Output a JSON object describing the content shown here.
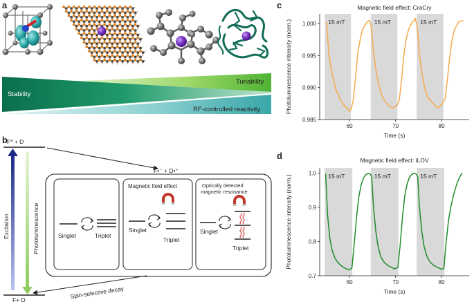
{
  "panels": {
    "a": {
      "letter": "a",
      "bands": {
        "stability": "Stability",
        "tunability": "Tunability",
        "rf_reactivity": "RF-controlled reactivity"
      },
      "colors": {
        "green_dark": "#0a7f57",
        "green_light": "#7fcf49",
        "teal": "#2aa6a6",
        "purple": "#7b35c7",
        "protein": "#0e6b55"
      }
    },
    "b": {
      "letter": "b",
      "state_top": "F* + D",
      "state_radical": "F•⁻ + D•⁺",
      "state_ground": "F+ D",
      "excitation": "Excitation",
      "photoluminescence": "Photoluminescence",
      "spin_selective_decay": "Spin-selective decay",
      "box1": {
        "singlet": "Singlet",
        "triplet": "Triplet"
      },
      "box2": {
        "title": "Magnetic field effect",
        "singlet": "Singlet",
        "triplet": "Triplet"
      },
      "box3": {
        "title_line1": "Optically detected",
        "title_line2": "magnetic resonance",
        "singlet": "Singlet",
        "triplet": "Triplet"
      }
    },
    "c": {
      "letter": "c"
    },
    "d": {
      "letter": "d"
    }
  },
  "chart_data": [
    {
      "type": "line",
      "panel": "c",
      "title": "Magnetic field effect: CraCry",
      "xlabel": "Time (s)",
      "ylabel": "Photoluminescence intensity (norm.)",
      "xlim": [
        53.5,
        86
      ],
      "ylim": [
        0.985,
        1.0015
      ],
      "xticks": [
        60,
        70,
        80
      ],
      "yticks": [
        0.985,
        0.99,
        0.995,
        1.0
      ],
      "ytick_labels": [
        "0.985",
        "0.990",
        "0.995",
        "1.000"
      ],
      "line_color": "#f5a94a",
      "shaded_regions": [
        {
          "start": 54.6,
          "end": 60.3,
          "label": "15 mT"
        },
        {
          "start": 64.6,
          "end": 70.4,
          "label": "15 mT"
        },
        {
          "start": 74.6,
          "end": 80.4,
          "label": "15 mT"
        }
      ],
      "series": [
        {
          "x": [
            55,
            55.5,
            56,
            56.5,
            57,
            57.5,
            58,
            58.5,
            59,
            59.5,
            60,
            60.3,
            60.8,
            61.3,
            61.8,
            62.3,
            62.8,
            63.3,
            63.8,
            64.3,
            64.7,
            65.2,
            65.8,
            66.3,
            66.8,
            67.3,
            67.8,
            68.3,
            68.8,
            69.3,
            69.8,
            70.3,
            70.8,
            71.3,
            71.8,
            72.3,
            72.8,
            73.3,
            73.8,
            74.3,
            74.7,
            75.2,
            75.8,
            76.3,
            76.8,
            77.3,
            77.8,
            78.3,
            78.8,
            79.3,
            79.8,
            80.3,
            80.8,
            81.3,
            81.8,
            82.3,
            82.8,
            83.3,
            83.8,
            84.3,
            84.8
          ],
          "y": [
            1.0002,
            0.9952,
            0.9928,
            0.9912,
            0.9897,
            0.989,
            0.988,
            0.9876,
            0.987,
            0.9868,
            0.9863,
            0.9866,
            0.988,
            0.9915,
            0.9955,
            0.9975,
            0.999,
            0.9997,
            1.0002,
            1.0005,
            0.9995,
            0.9955,
            0.9925,
            0.9905,
            0.9892,
            0.9883,
            0.9878,
            0.9873,
            0.987,
            0.9868,
            0.987,
            0.9872,
            0.988,
            0.9912,
            0.995,
            0.9975,
            0.999,
            0.9998,
            1.0003,
            1.0008,
            0.9994,
            0.995,
            0.992,
            0.99,
            0.9888,
            0.9882,
            0.9878,
            0.9874,
            0.987,
            0.9868,
            0.9872,
            0.9876,
            0.9883,
            0.9915,
            0.995,
            0.9975,
            0.999,
            0.9997,
            1.0003,
            1.0004,
            1.0004
          ]
        }
      ]
    },
    {
      "type": "line",
      "panel": "d",
      "title": "Magnetic field effect: iLOV",
      "xlabel": "Time (s)",
      "ylabel": "Photoluminescence intensity (norm.)",
      "xlim": [
        53.5,
        86
      ],
      "ylim": [
        0.7,
        1.015
      ],
      "xticks": [
        60,
        70,
        80
      ],
      "yticks": [
        0.7,
        0.8,
        0.9,
        1.0
      ],
      "ytick_labels": [
        "0.7",
        "0.8",
        "0.9",
        "1.0"
      ],
      "line_color": "#1e8c2a",
      "shaded_regions": [
        {
          "start": 54.6,
          "end": 60.6,
          "label": "15 mT"
        },
        {
          "start": 64.6,
          "end": 70.6,
          "label": "15 mT"
        },
        {
          "start": 74.6,
          "end": 80.6,
          "label": "15 mT"
        }
      ],
      "series": [
        {
          "x": [
            54.8,
            55.2,
            55.7,
            56.2,
            56.8,
            57.5,
            58.2,
            59,
            59.8,
            60.5,
            61,
            61.5,
            62,
            62.5,
            63,
            63.5,
            64,
            64.5,
            64.8,
            65.2,
            65.7,
            66.2,
            66.8,
            67.5,
            68.2,
            69,
            69.8,
            70.5,
            71,
            71.5,
            72,
            72.5,
            73,
            73.5,
            74,
            74.5,
            74.8,
            75.2,
            75.7,
            76.2,
            76.8,
            77.5,
            78.2,
            79,
            79.8,
            80.5,
            81,
            81.5,
            82,
            82.5,
            83,
            83.5,
            84,
            84.5
          ],
          "y": [
            0.998,
            0.88,
            0.81,
            0.775,
            0.752,
            0.738,
            0.729,
            0.722,
            0.717,
            0.722,
            0.79,
            0.87,
            0.93,
            0.965,
            0.985,
            0.995,
            0.999,
            0.997,
            0.99,
            0.9,
            0.83,
            0.785,
            0.755,
            0.74,
            0.731,
            0.725,
            0.72,
            0.724,
            0.79,
            0.87,
            0.935,
            0.968,
            0.987,
            0.996,
            0.999,
            0.997,
            0.99,
            0.9,
            0.83,
            0.785,
            0.757,
            0.74,
            0.731,
            0.725,
            0.72,
            0.72,
            0.8,
            0.86,
            0.9,
            0.93,
            0.955,
            0.975,
            0.99,
            1.0
          ]
        }
      ]
    }
  ]
}
